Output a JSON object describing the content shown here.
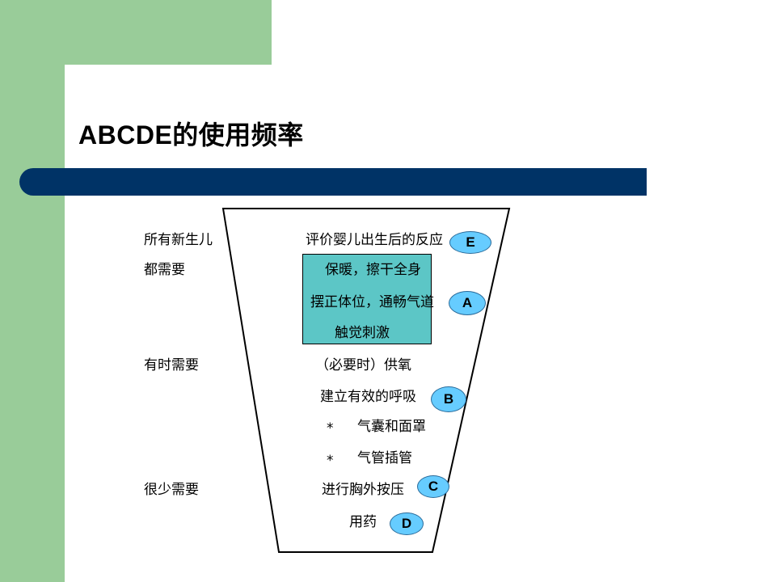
{
  "slide": {
    "title": "ABCDE的使用频率"
  },
  "colors": {
    "side_green": "#99cc99",
    "title_bar": "#003366",
    "teal_box": "#5cc6c6",
    "ellipse": "#66ccff"
  },
  "diagram": {
    "left_labels": {
      "all_line1": "所有新生儿",
      "all_line2": "都需要",
      "sometimes": "有时需要",
      "rarely": "很少需要"
    },
    "steps": {
      "evaluate": "评价婴儿出生后的反应",
      "warm_dry": "保暖，擦干全身",
      "position": "摆正体位，通畅气道",
      "stimulate": "触觉刺激",
      "oxygen": "（必要时）供氧",
      "breathing": "建立有效的呼吸",
      "star1": "*",
      "bag_mask": "气囊和面罩",
      "star2": "*",
      "intubation": "气管插管",
      "compression": "进行胸外按压",
      "medication": "用药"
    },
    "markers": {
      "e": "E",
      "a": "A",
      "b": "B",
      "c": "C",
      "d": "D"
    }
  }
}
